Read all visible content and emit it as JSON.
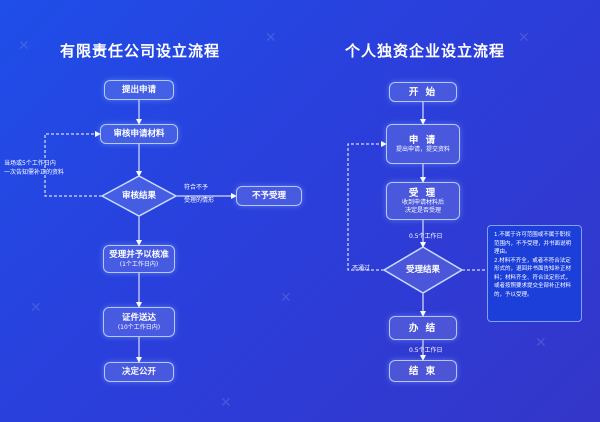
{
  "left": {
    "title": "有限责任公司设立流程",
    "nodes": {
      "submit": "提出申请",
      "review": "审核申请材料",
      "result": "审核结果",
      "reject": "不予受理",
      "accept_main": "受理并予以核准",
      "accept_sub": "(1个工作日内)",
      "deliver_main": "证件送达",
      "deliver_sub": "(10个工作日内)",
      "publish": "决定公开"
    },
    "labels": {
      "supplement_line1": "当场或5个工作日内",
      "supplement_line2": "一次告知需补正的资料",
      "reject_line1": "符合不予",
      "reject_line2": "受理的情形"
    }
  },
  "right": {
    "title": "个人独资企业设立流程",
    "nodes": {
      "start": "开  始",
      "apply_main": "申 请",
      "apply_sub": "提出申请，提交资料",
      "accept_main": "受 理",
      "accept_sub1": "收到申请材料后",
      "accept_sub2": "决定是否受理",
      "result": "受理结果",
      "done": "办 结",
      "end": "结 束"
    },
    "labels": {
      "days1": "0.5个工作日",
      "days2": "0.5个工作日",
      "not_accepted": "不通过"
    },
    "note": "1.不属于许可范围或不属于职权范围内，不予受理，并书面说明理由。\n2.材料不齐全，或者不符合法定形式的，退回并书面告知补正材料；材料齐全、符合法定形式，或者按照要求提交全部补正材料的，予以受理。"
  },
  "colors": {
    "background": "#2a3fdc",
    "node_border": "#c8dcff",
    "line": "#ffffff"
  }
}
